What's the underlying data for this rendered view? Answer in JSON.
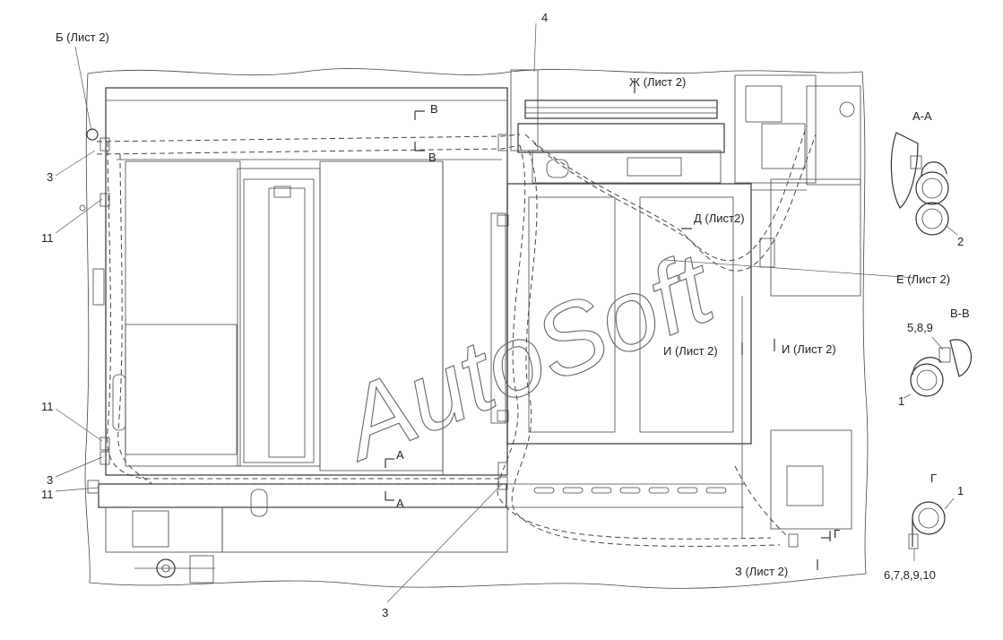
{
  "labels": {
    "b_sheet2": "Б (Лист 2)",
    "zh_sheet2": "Ж (Лист 2)",
    "d_sheet2": "Д (Лист2)",
    "e_sheet2": "Е (Лист 2)",
    "i_sheet2_left": "И (Лист 2)",
    "i_sheet2_right": "И (Лист 2)",
    "z_sheet2": "З (Лист 2)",
    "v_top": "В",
    "v_bottom": "В",
    "a_top": "А",
    "a_bottom": "А",
    "g_cut": "Г",
    "section_aa": "А-А",
    "section_vv": "В-В",
    "section_g": "Г"
  },
  "callouts": {
    "c4": "4",
    "c3_left_top": "3",
    "c11_left_top": "11",
    "c11_left_mid": "11",
    "c3_left_bottom": "3",
    "c11_left_bottom": "11",
    "c3_bottom": "3",
    "aa_2": "2",
    "vv_589": "5,8,9",
    "vv_1": "1",
    "g_1": "1",
    "g_678910": "6,7,8,9,10"
  },
  "watermark": "AutoSoft"
}
